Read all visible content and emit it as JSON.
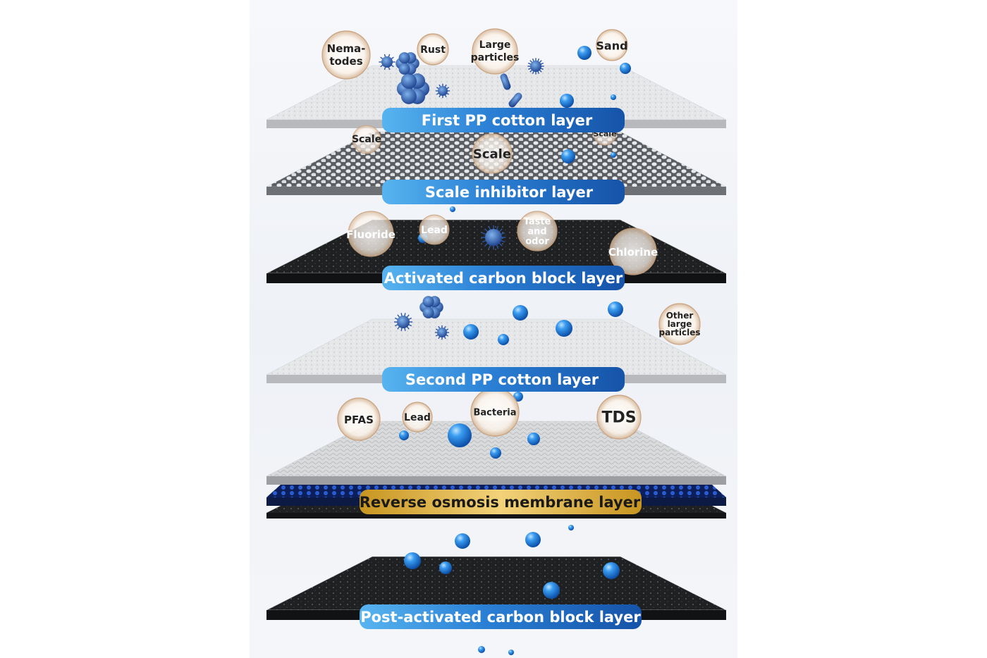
{
  "layers": [
    {
      "label": "First PP cotton layer"
    },
    {
      "label": "Scale inhibitor layer"
    },
    {
      "label": "Activated carbon block layer"
    },
    {
      "label": "Second PP cotton layer"
    },
    {
      "label": "Reverse osmosis membrane layer"
    },
    {
      "label": "Post-activated carbon block layer"
    }
  ],
  "contaminants": {
    "layer1": [
      "Nema-",
      "todes",
      "Rust",
      "Large",
      "particles",
      "Sand"
    ],
    "layer2": [
      "Scale",
      "Scale",
      "Scale"
    ],
    "layer3": [
      "Fluoride",
      "Lead",
      "Taste",
      "and",
      "odor",
      "Chlorine"
    ],
    "layer4": [
      "Other",
      "large",
      "particles"
    ],
    "layer5": [
      "PFAS",
      "Lead",
      "Bacteria",
      "TDS"
    ]
  },
  "colors": {
    "label_blue": "#1e6fc4",
    "label_gold": "#e2b648",
    "water_drop": "#2f8ee6",
    "pp_cotton": "#e2e3e5",
    "carbon": "#1e1e20"
  }
}
